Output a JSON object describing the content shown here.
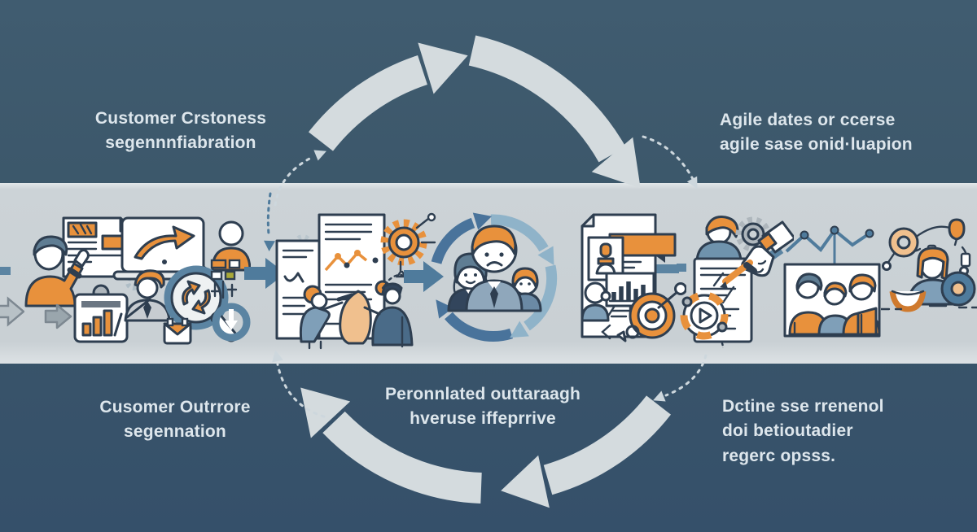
{
  "meta": {
    "type": "process-cycle-infographic",
    "bg_dark": "#3b5669",
    "band_bg": "#ccd3d7",
    "arc_light": "#d4dbde",
    "accent_orange": "#e8913c",
    "accent_steel": "#4f7b9c",
    "outline": "#2e3e50",
    "text_color": "#dde6ec"
  },
  "labels": {
    "top_left": {
      "line1": "Customer Crstoness",
      "line2": "segennnfiabration"
    },
    "top_right": {
      "line1": "Agile dates or ccerse",
      "line2": "agile sase onid·luapion"
    },
    "bottom_left": {
      "line1": "Cusomer Outrrore",
      "line2": "segennation"
    },
    "bottom_center": {
      "line1": "Peronnlated outtaraagh",
      "line2": "hveruse iffeprrive"
    },
    "bottom_right": {
      "line1": "Dctine sse rrenenol",
      "line2": "doi betioutadier",
      "line3": "regerc opsss."
    }
  },
  "cycle": {
    "direction": "clockwise",
    "solid_arrows": 4,
    "dashed_connectors": 4
  },
  "band_icons": [
    "customer-presenter-icon",
    "research-magnifier-icon",
    "strategy-documents-icon",
    "family-cycle-icon",
    "customer-report-target-icon",
    "contract-signing-icon",
    "audience-chart-icon",
    "customer-network-icon"
  ]
}
